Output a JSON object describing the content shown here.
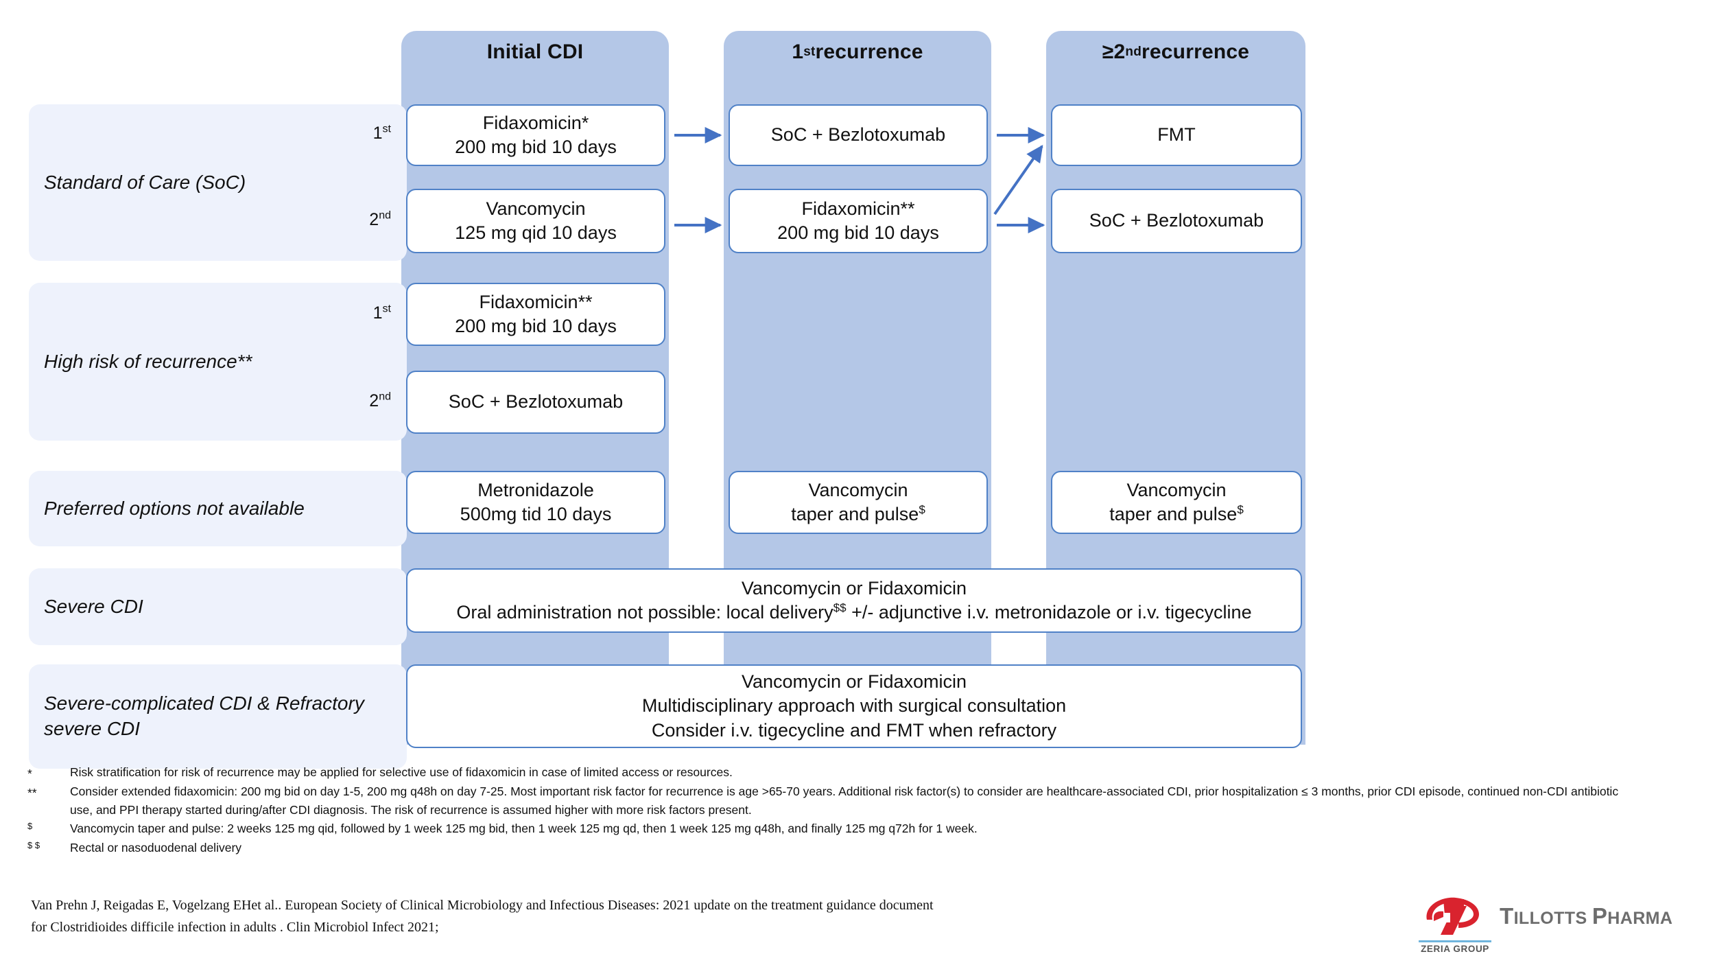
{
  "columns": [
    {
      "id": "initial",
      "label_plain": "Initial CDI",
      "label_main": "Initial CDI",
      "sup": ""
    },
    {
      "id": "rec1",
      "label_plain": "1st recurrence",
      "label_main": "1",
      "sup": "st",
      "label_rest": " recurrence"
    },
    {
      "id": "rec2",
      "label_plain": "≥2nd recurrence",
      "label_main": "≥2",
      "sup": "nd",
      "label_rest": " recurrence"
    }
  ],
  "rows": [
    {
      "id": "soc",
      "label": "Standard of Care (SoC)"
    },
    {
      "id": "highrisk",
      "label": "High risk of recurrence**"
    },
    {
      "id": "pref",
      "label": "Preferred options not available"
    },
    {
      "id": "severe",
      "label": "Severe CDI"
    },
    {
      "id": "sevcomp",
      "label_line1": "Severe-complicated CDI &",
      "label_line2": "Refractory severe CDI"
    }
  ],
  "ordinals": {
    "first_num": "1",
    "first_sup": "st",
    "second_num": "2",
    "second_sup": "nd"
  },
  "boxes": {
    "soc_1_initial": {
      "line1": "Fidaxomicin*",
      "line2": "200 mg bid 10 days"
    },
    "soc_1_rec1": {
      "line1": "SoC + Bezlotoxumab",
      "line2": ""
    },
    "soc_1_rec2": {
      "line1": "FMT",
      "line2": ""
    },
    "soc_2_initial": {
      "line1": "Vancomycin",
      "line2": "125 mg qid 10 days"
    },
    "soc_2_rec1": {
      "line1": "Fidaxomicin**",
      "line2": "200 mg bid 10 days"
    },
    "soc_2_rec2": {
      "line1": "SoC + Bezlotoxumab",
      "line2": ""
    },
    "hr_1_initial": {
      "line1": "Fidaxomicin**",
      "line2": "200 mg bid 10 days"
    },
    "hr_2_initial": {
      "line1": "SoC + Bezlotoxumab",
      "line2": ""
    },
    "pref_initial": {
      "line1": "Metronidazole",
      "line2": "500mg tid 10 days"
    },
    "pref_rec1": {
      "line1": "Vancomycin",
      "line2": "taper and pulse",
      "sup2": "$"
    },
    "pref_rec2": {
      "line1": "Vancomycin",
      "line2": "taper and pulse",
      "sup2": "$"
    },
    "severe_full": {
      "line1": "Vancomycin or Fidaxomicin",
      "line2a": "Oral administration not possible: local delivery",
      "sup2": "$$",
      "line2b": " +/- adjunctive i.v. metronidazole or i.v. tigecycline"
    },
    "sevcomp_full": {
      "line1": "Vancomycin or Fidaxomicin",
      "line2": "Multidisciplinary approach with surgical consultation",
      "line3": "Consider i.v. tigecycline and FMT when refractory"
    }
  },
  "footnotes": [
    {
      "mark": "*",
      "mark_sup": "",
      "text": "Risk stratification for risk of recurrence may be applied for selective use of fidaxomicin in case of limited access or resources."
    },
    {
      "mark": "**",
      "mark_sup": "",
      "text": "Consider extended fidaxomicin: 200 mg bid on day 1-5, 200 mg q48h on day 7-25. Most important risk factor for recurrence is age >65-70 years. Additional risk factor(s) to consider are healthcare-associated CDI, prior hospitalization ≤ 3 months, prior CDI episode, continued non-CDI antibiotic use, and PPI therapy started during/after CDI diagnosis. The risk of recurrence is assumed higher with more risk factors present."
    },
    {
      "mark": "",
      "mark_sup": "$",
      "text": "Vancomycin taper and pulse: 2 weeks 125 mg qid, followed by 1 week 125 mg bid, then 1 week 125 mg qd, then 1 week 125 mg q48h, and finally 125 mg q72h for 1 week."
    },
    {
      "mark": "",
      "mark_sup": "$ $",
      "text": "Rectal or nasoduodenal delivery"
    }
  ],
  "citation": {
    "line1": "Van Prehn J, Reigadas  E, Vogelzang  EHet al.. European Society of Clinical Microbiology and Infectious Diseases: 2021 update on the treatment guidance document",
    "line2": "for Clostridioides   difficile   infection in adults  . Clin  Microbiol  Infect 2021;"
  },
  "logo": {
    "name_big": "T",
    "name_rest": "ILLOTTS ",
    "name_big2": "P",
    "name_rest2": "HARMA",
    "group": "ZERIA GROUP"
  },
  "colors": {
    "column_strip": "#b4c7e7",
    "row_label_bg": "#eef2fc",
    "box_border": "#4f81c7",
    "arrow": "#4472c4",
    "logo_red": "#d9232e",
    "logo_gray": "#6d6d6d",
    "logo_blue": "#6fb4dd"
  }
}
